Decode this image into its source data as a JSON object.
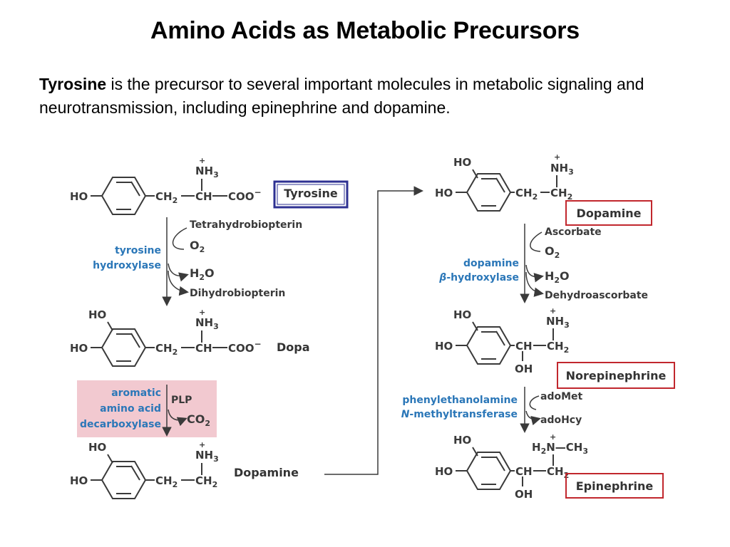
{
  "slide": {
    "title": "Amino Acids as Metabolic Precursors",
    "intro_bold": "Tyrosine",
    "intro_rest": " is the precursor to several important molecules in metabolic signaling and neurotransmission, including epinephrine and dopamine."
  },
  "colors": {
    "enzyme_text": "#2b77b8",
    "tyrosine_box": "#2e3192",
    "product_box": "#c1272d",
    "decarboxylase_highlight": "#f2c9d0"
  },
  "left_pathway": {
    "tyrosine": {
      "name": "Tyrosine",
      "ring_sub": "HO",
      "chain1": "CH",
      "chain2": "CH",
      "sub2": "2",
      "amine": "NH",
      "amine_sub": "3",
      "plus": "+",
      "acid": "COO",
      "acid_charge": "−"
    },
    "step1": {
      "enzyme_line1": "tyrosine",
      "enzyme_line2": "hydroxylase",
      "reagent_in_1": "Tetrahydrobiopterin",
      "reagent_in_2": "O",
      "reagent_in_2_sub": "2",
      "reagent_out_1": "H",
      "reagent_out_1_sub": "2",
      "reagent_out_1_tail": "O",
      "reagent_out_2": "Dihydrobiopterin"
    },
    "dopa": {
      "name": "Dopa",
      "ring_sub_top": "HO",
      "ring_sub": "HO",
      "chain1": "CH",
      "chain2": "CH",
      "sub2": "2",
      "amine": "NH",
      "amine_sub": "3",
      "plus": "+",
      "acid": "COO",
      "acid_charge": "−"
    },
    "step2": {
      "enzyme_line1": "aromatic",
      "enzyme_line2": "amino acid",
      "enzyme_line3": "decarboxylase",
      "cofactor": "PLP",
      "product": "CO",
      "product_sub": "2"
    },
    "dopamine": {
      "name": "Dopamine",
      "ring_sub_top": "HO",
      "ring_sub": "HO",
      "chain1": "CH",
      "chain2": "CH",
      "sub2": "2",
      "amine": "NH",
      "amine_sub": "3",
      "plus": "+"
    }
  },
  "right_pathway": {
    "dopamine": {
      "name": "Dopamine",
      "ring_sub_top": "HO",
      "ring_sub": "HO",
      "chain1": "CH",
      "chain2": "CH",
      "sub2": "2",
      "amine": "NH",
      "amine_sub": "3",
      "plus": "+"
    },
    "step3": {
      "enzyme_line1": "dopamine",
      "enzyme_line2_prefix": "β",
      "enzyme_line2": "-hydroxylase",
      "reagent_in_1": "Ascorbate",
      "reagent_in_2": "O",
      "reagent_in_2_sub": "2",
      "reagent_out_1": "H",
      "reagent_out_1_sub": "2",
      "reagent_out_1_tail": "O",
      "reagent_out_2": "Dehydroascorbate"
    },
    "norepinephrine": {
      "name": "Norepinephrine",
      "ring_sub_top": "HO",
      "ring_sub": "HO",
      "chain1": "CH",
      "chain2": "CH",
      "sub2": "2",
      "amine": "NH",
      "amine_sub": "3",
      "plus": "+",
      "hydroxyl": "OH"
    },
    "step4": {
      "enzyme_line1": "phenylethanolamine",
      "enzyme_line2_prefix": "N",
      "enzyme_line2": "-methyltransferase",
      "reagent_in": "adoMet",
      "reagent_out": "adoHcy"
    },
    "epinephrine": {
      "name": "Epinephrine",
      "ring_sub_top": "HO",
      "ring_sub": "HO",
      "chain1": "CH",
      "chain2": "CH",
      "sub2": "2",
      "amine_h": "H",
      "amine_h_sub": "2",
      "amine_n": "N",
      "methyl": "—CH",
      "methyl_sub": "3",
      "plus": "+",
      "hydroxyl": "OH"
    }
  }
}
